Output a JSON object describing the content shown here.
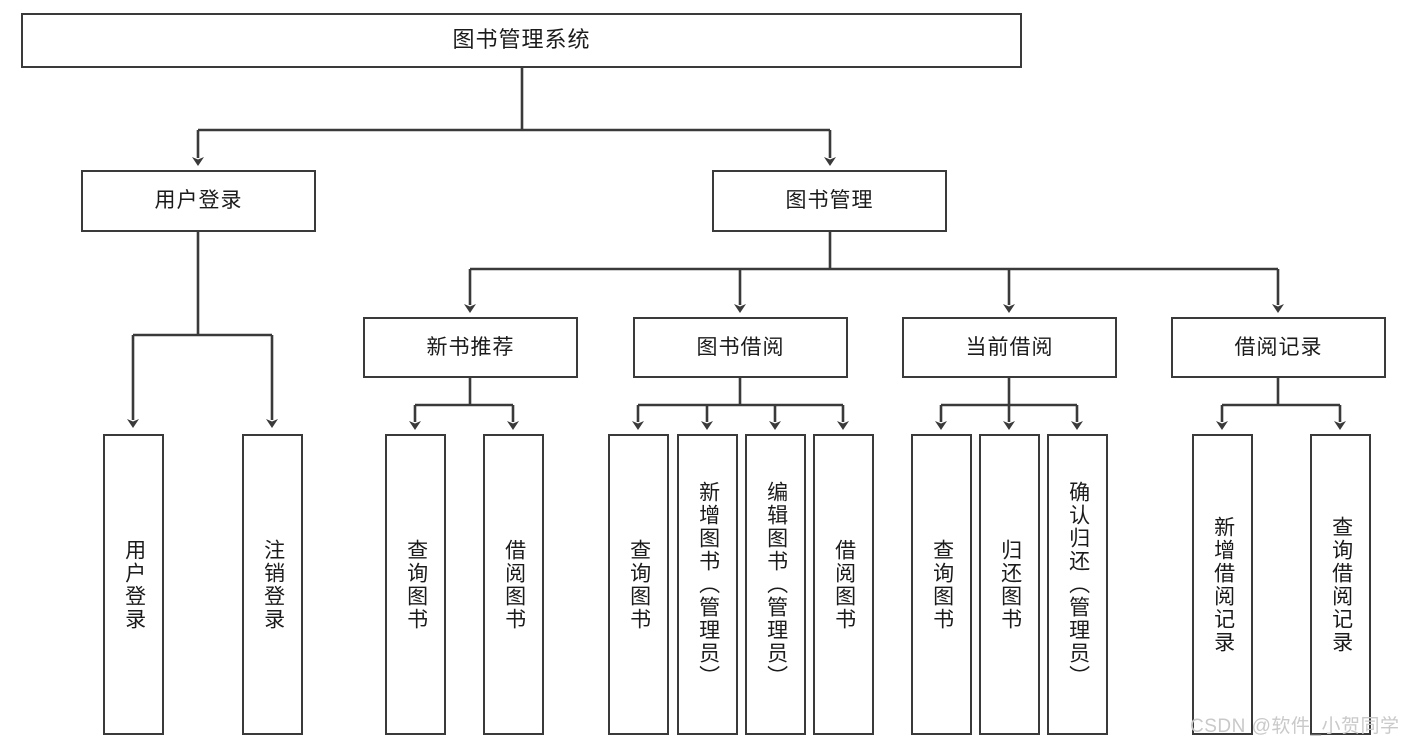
{
  "diagram": {
    "title": "图书管理系统",
    "type": "hierarchy-tree",
    "background_color": "#ffffff",
    "border_color": "#3a3a3a",
    "text_color": "#1b1b1b",
    "levels": 4,
    "root": {
      "label": "图书管理系统",
      "children": [
        {
          "label": "用户登录",
          "children": [
            {
              "label": "用户登录"
            },
            {
              "label": "注销登录"
            }
          ]
        },
        {
          "label": "图书管理",
          "children": [
            {
              "label": "新书推荐",
              "children": [
                {
                  "label": "查询图书"
                },
                {
                  "label": "借阅图书"
                }
              ]
            },
            {
              "label": "图书借阅",
              "children": [
                {
                  "label": "查询图书"
                },
                {
                  "label": "新增图书（管理员）"
                },
                {
                  "label": "编辑图书（管理员）"
                },
                {
                  "label": "借阅图书"
                }
              ]
            },
            {
              "label": "当前借阅",
              "children": [
                {
                  "label": "查询图书"
                },
                {
                  "label": "归还图书"
                },
                {
                  "label": "确认归还（管理员）"
                }
              ]
            },
            {
              "label": "借阅记录",
              "children": [
                {
                  "label": "新增借阅记录"
                },
                {
                  "label": "查询借阅记录"
                }
              ]
            }
          ]
        }
      ]
    },
    "nodes": {
      "root": "图书管理系统",
      "user_login": "用户登录",
      "book_mgmt": "图书管理",
      "new_book_rec": "新书推荐",
      "book_borrow": "图书借阅",
      "current_borrow": "当前借阅",
      "borrow_record": "借阅记录",
      "leaf_user_login": "用户登录",
      "leaf_logout": "注销登录",
      "leaf_query_book_1": "查询图书",
      "leaf_borrow_book_1": "借阅图书",
      "leaf_query_book_2": "查询图书",
      "leaf_add_book": "新增图书（管理员）",
      "leaf_edit_book": "编辑图书（管理员）",
      "leaf_borrow_book_2": "借阅图书",
      "leaf_query_book_3": "查询图书",
      "leaf_return_book": "归还图书",
      "leaf_confirm_return": "确认归还（管理员）",
      "leaf_add_record": "新增借阅记录",
      "leaf_query_record": "查询借阅记录"
    }
  },
  "watermark": {
    "text": "CSDN @软件_小贺同学",
    "color": "#c9c9c9"
  }
}
